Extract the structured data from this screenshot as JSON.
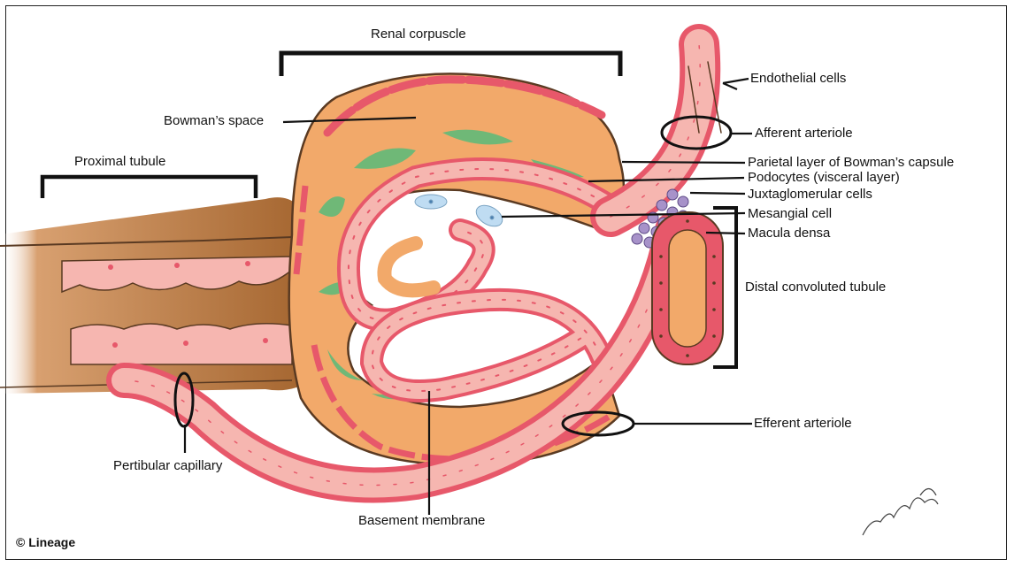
{
  "labels": {
    "renal_corpuscle": "Renal corpuscle",
    "bowmans_space": "Bowman’s space",
    "proximal_tubule": "Proximal tubule",
    "endothelial_cells": "Endothelial cells",
    "afferent_arteriole": "Afferent arteriole",
    "parietal_layer": "Parietal layer of Bowman’s capsule",
    "podocytes": "Podocytes (visceral layer)",
    "juxtaglomerular_cells": "Juxtaglomerular cells",
    "mesangial_cell": "Mesangial cell",
    "macula_densa": "Macula densa",
    "distal_convoluted_tubule": "Distal convoluted tubule",
    "efferent_arteriole": "Efferent arteriole",
    "peritubular_capillary": "Pertibular capillary",
    "basement_membrane": "Basement membrane"
  },
  "credit": "© Lineage",
  "colors": {
    "capsule_fill": "#f2a96a",
    "capsule_edge": "#5a3a22",
    "tubule_dark": "#b8743c",
    "vessel_wall": "#e7586a",
    "vessel_pink": "#f6b6b0",
    "podocyte_green": "#6fb877",
    "jg_purple": "#a792c9",
    "mesangial_blue": "#bfdcf2"
  }
}
